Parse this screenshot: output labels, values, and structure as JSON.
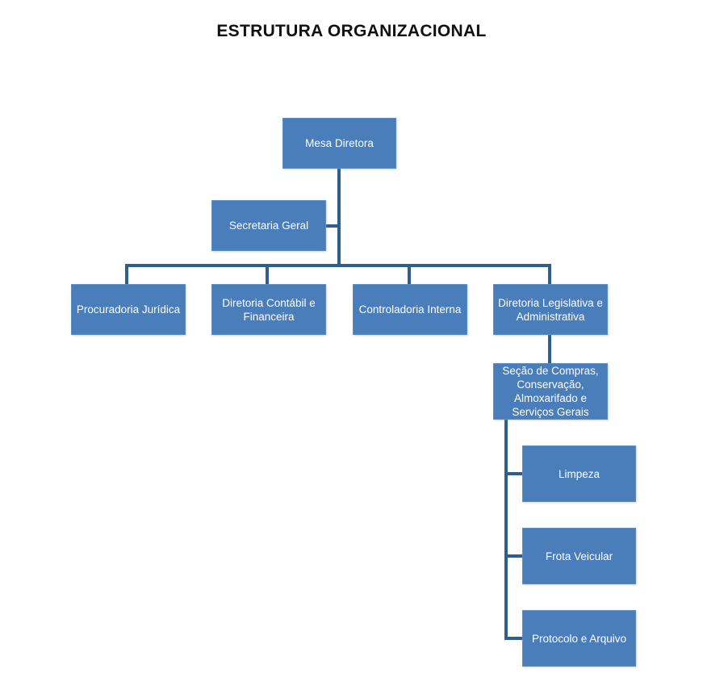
{
  "title": "ESTRUTURA ORGANIZACIONAL",
  "chart_data": {
    "type": "diagram",
    "diagram_type": "organizational-chart",
    "title": "ESTRUTURA ORGANIZACIONAL",
    "node_fill_color": "#4a7ebb",
    "node_text_color": "#ffffff",
    "connector_color": "#2e5f8a",
    "background_color": "#ffffff",
    "nodes": [
      {
        "id": "mesa",
        "label": "Mesa Diretora",
        "level": 0
      },
      {
        "id": "secretaria",
        "label": "Secretaria Geral",
        "level": 1
      },
      {
        "id": "procuradoria",
        "label": "Procuradoria Jurídica",
        "level": 2
      },
      {
        "id": "contabil",
        "label": "Diretoria Contábil e Financeira",
        "level": 2
      },
      {
        "id": "controladoria",
        "label": "Controladoria Interna",
        "level": 2
      },
      {
        "id": "legislativa",
        "label": "Diretoria Legislativa e Administrativa",
        "level": 2
      },
      {
        "id": "secao",
        "label": "Seção de Compras, Conservação, Almoxarifado e Serviços Gerais",
        "level": 3
      },
      {
        "id": "limpeza",
        "label": "Limpeza",
        "level": 4
      },
      {
        "id": "frota",
        "label": "Frota Veicular",
        "level": 4
      },
      {
        "id": "protocolo",
        "label": "Protocolo e Arquivo",
        "level": 4
      }
    ],
    "edges": [
      {
        "from": "mesa",
        "to": "secretaria"
      },
      {
        "from": "mesa",
        "to": "procuradoria"
      },
      {
        "from": "mesa",
        "to": "contabil"
      },
      {
        "from": "mesa",
        "to": "controladoria"
      },
      {
        "from": "mesa",
        "to": "legislativa"
      },
      {
        "from": "legislativa",
        "to": "secao"
      },
      {
        "from": "secao",
        "to": "limpeza"
      },
      {
        "from": "secao",
        "to": "frota"
      },
      {
        "from": "secao",
        "to": "protocolo"
      }
    ]
  },
  "nodes": {
    "mesa": {
      "label": "Mesa Diretora"
    },
    "secretaria": {
      "label": "Secretaria Geral"
    },
    "procuradoria": {
      "label": "Procuradoria Jurídica"
    },
    "contabil": {
      "label": "Diretoria Contábil e Financeira"
    },
    "controladoria": {
      "label": "Controladoria Interna"
    },
    "legislativa": {
      "label": "Diretoria Legislativa e Administrativa"
    },
    "secao": {
      "label": "Seção de Compras, Conservação, Almoxarifado e Serviços Gerais"
    },
    "limpeza": {
      "label": "Limpeza"
    },
    "frota": {
      "label": "Frota Veicular"
    },
    "protocolo": {
      "label": "Protocolo e Arquivo"
    }
  }
}
